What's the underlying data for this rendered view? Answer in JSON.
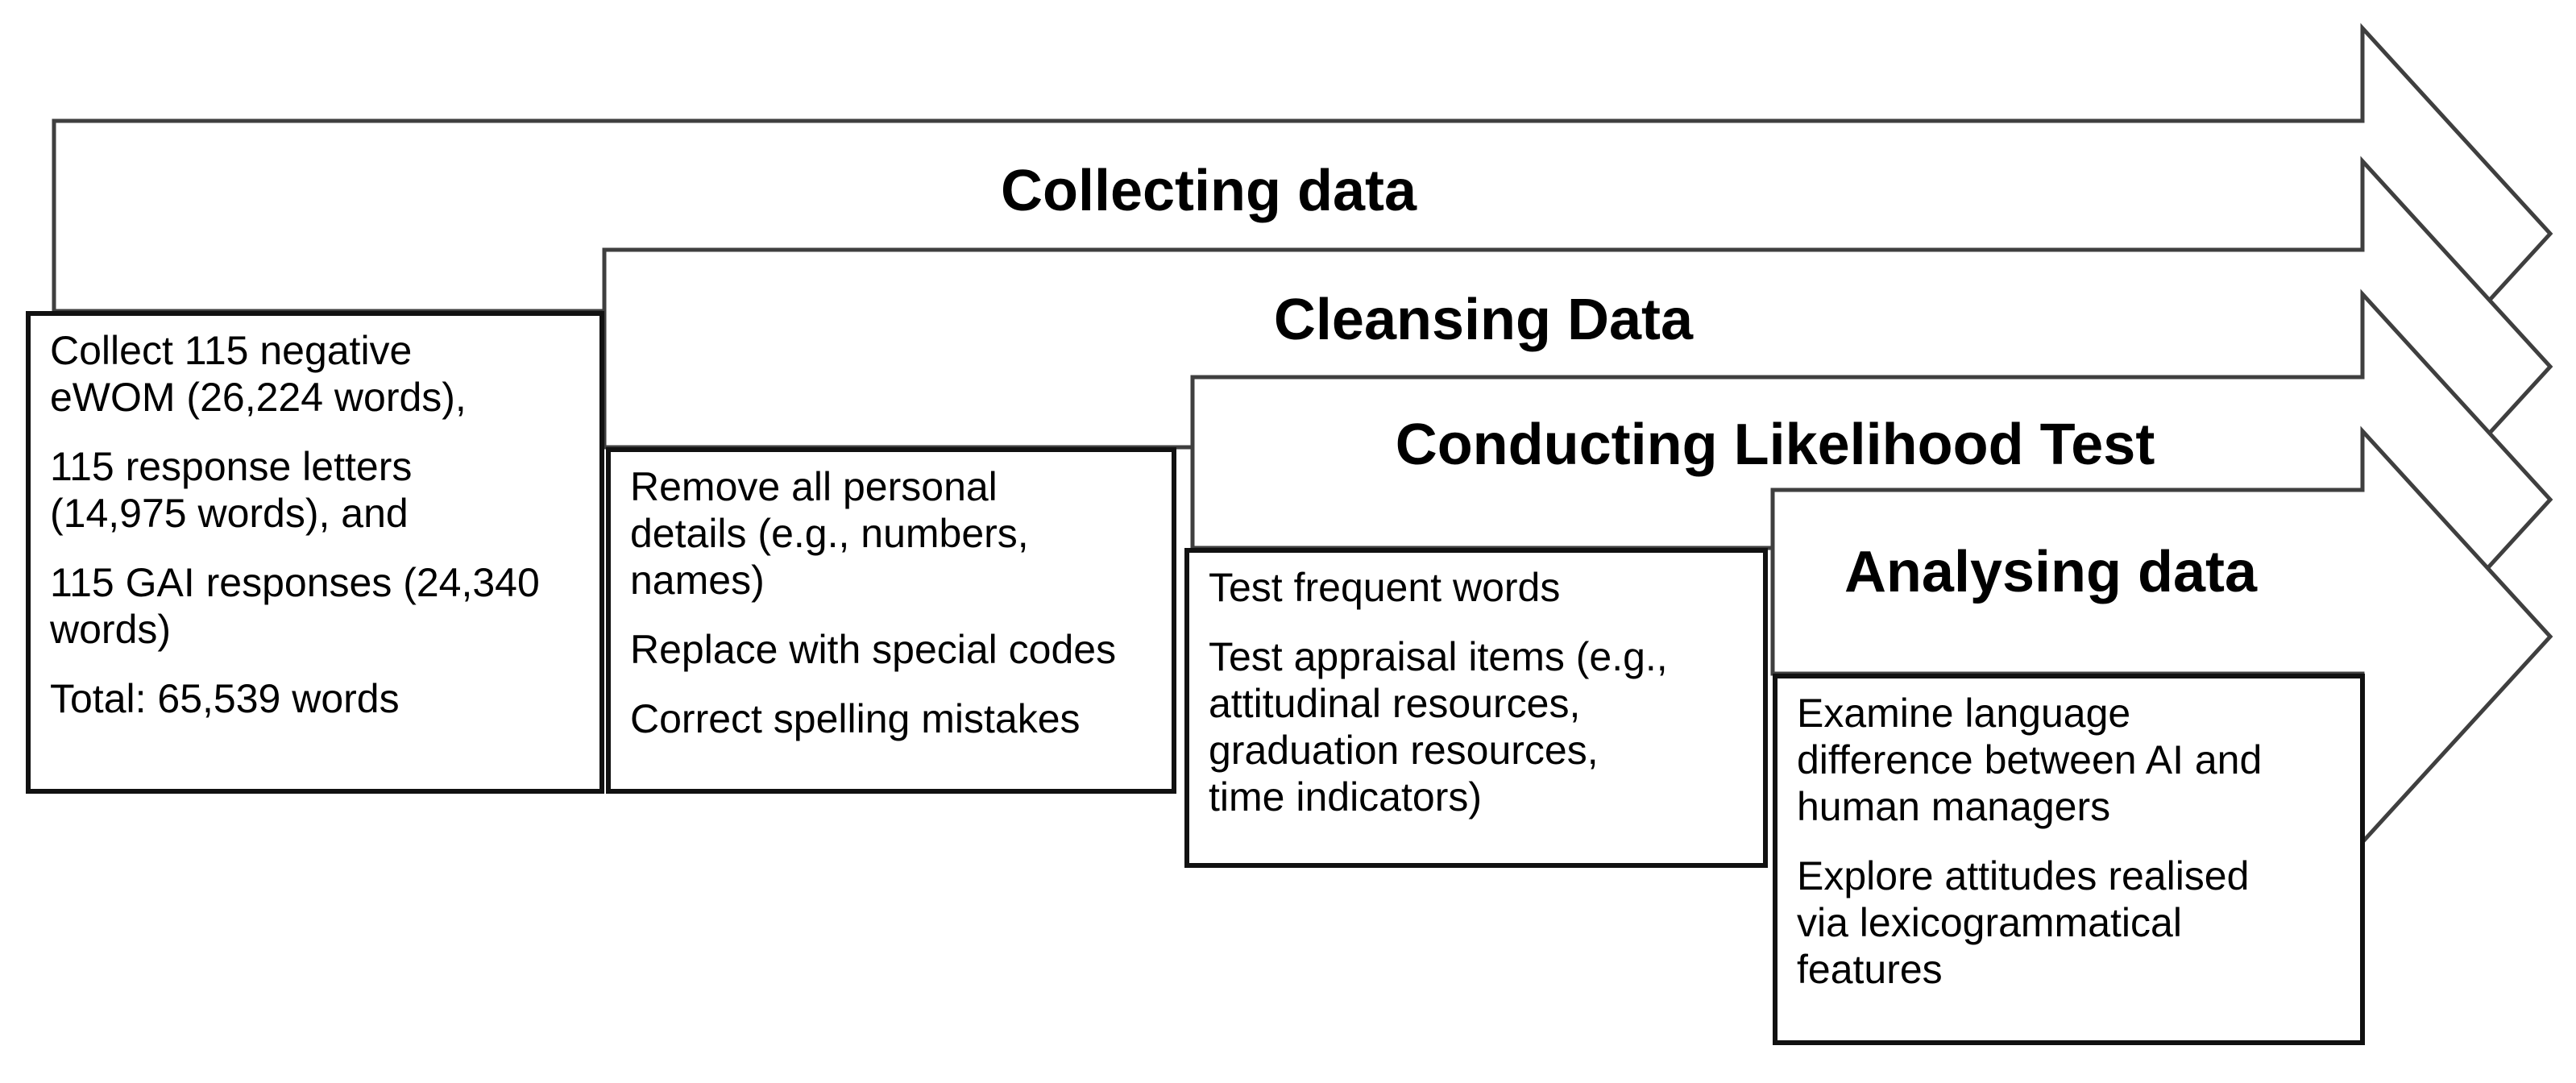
{
  "diagram": {
    "stages": [
      {
        "title": "Collecting data",
        "details": [
          "Collect 115 negative\neWOM (26,224 words),",
          "115 response letters\n(14,975 words), and",
          "115 GAI responses (24,340\nwords)",
          "Total: 65,539 words"
        ]
      },
      {
        "title": "Cleansing Data",
        "details": [
          "Remove all personal\ndetails (e.g., numbers,\nnames)",
          "Replace with special codes",
          "Correct spelling mistakes"
        ]
      },
      {
        "title": "Conducting Likelihood Test",
        "details": [
          "Test frequent words",
          "Test appraisal items (e.g.,\nattitudinal resources,\ngraduation resources,\ntime indicators)"
        ]
      },
      {
        "title": "Analysing data",
        "details": [
          "Examine language\ndifference between AI and\nhuman managers",
          "Explore attitudes realised\nvia lexicogrammatical\nfeatures"
        ]
      }
    ],
    "colors": {
      "background": "#ffffff",
      "arrow_outline": "#3f3f3f",
      "box_border": "#111111",
      "text": "#000000"
    }
  }
}
